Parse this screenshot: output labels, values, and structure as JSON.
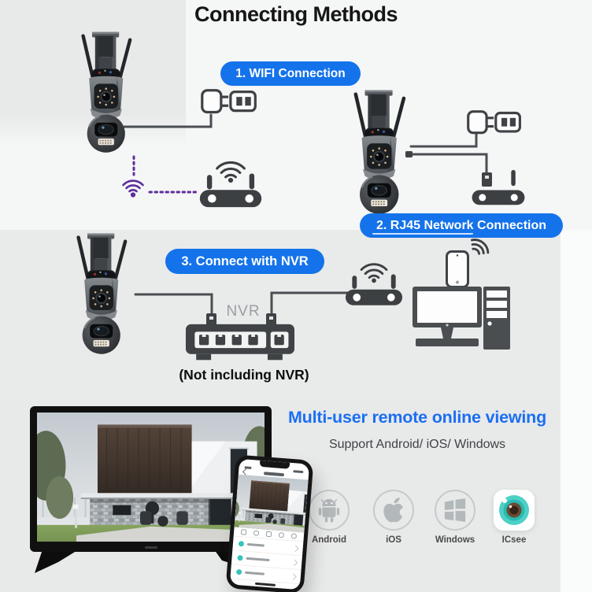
{
  "header": {
    "title": "Connecting Methods"
  },
  "steps": [
    {
      "label": "1. WIFI Connection"
    },
    {
      "label": "2. RJ45 Network Connection"
    },
    {
      "label": "3. Connect with NVR"
    }
  ],
  "nvr": {
    "device_label": "NVR",
    "note": "(Not including NVR)"
  },
  "viewing": {
    "title": "Multi-user remote online viewing",
    "subtitle": "Support Android/ iOS/ Windows",
    "platforms": [
      {
        "name": "Android"
      },
      {
        "name": "iOS"
      },
      {
        "name": "Windows"
      },
      {
        "name": "ICsee"
      }
    ]
  },
  "colors": {
    "accent_blue": "#1473ea",
    "title_blue": "#1b6ff2",
    "wifi_purple": "#5d2d9c",
    "device_gray": "#3f4346",
    "platform_icon_gray": "#b3b8ba",
    "icsee_teal": "#36c4ba"
  }
}
